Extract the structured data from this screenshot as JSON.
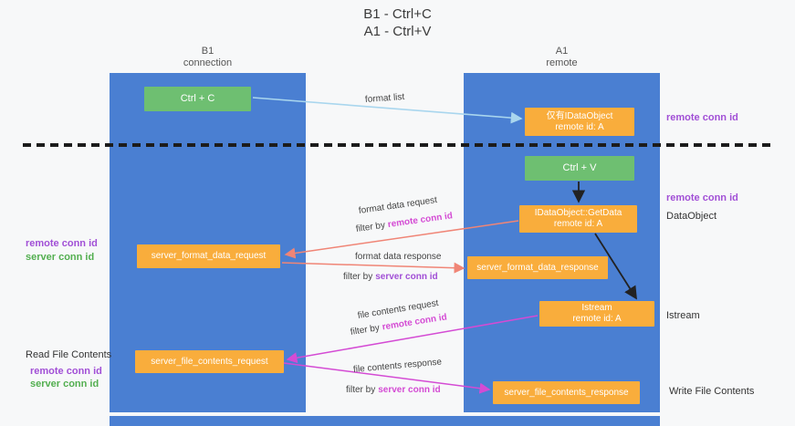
{
  "title": {
    "line1": "B1 - Ctrl+C",
    "line2": "A1 - Ctrl+V"
  },
  "lanes": {
    "left": {
      "name": "B1",
      "role": "connection"
    },
    "right": {
      "name": "A1",
      "role": "remote"
    }
  },
  "nodes": {
    "ctrl_c": {
      "label": "Ctrl + C"
    },
    "idataobject": {
      "line1": "仅有IDataObject",
      "line2": "remote id: A"
    },
    "ctrl_v": {
      "label": "Ctrl + V"
    },
    "getdata": {
      "line1": "IDataObject::GetData",
      "line2": "remote id: A"
    },
    "format_request": {
      "label": "server_format_data_request"
    },
    "format_response": {
      "label": "server_format_data_response"
    },
    "istream": {
      "line1": "Istream",
      "line2": "remote id: A"
    },
    "file_request": {
      "label": "server_file_contents_request"
    },
    "file_response": {
      "label": "server_file_contents_response"
    }
  },
  "edge_labels": {
    "format_list": "format list",
    "format_data_request": "format data request",
    "format_data_response": "format data response",
    "file_contents_request": "file contents request",
    "file_contents_response": "file contents response",
    "filter_by": "filter by",
    "remote_conn_id": "remote conn id",
    "server_conn_id": "server conn id"
  },
  "side_labels": {
    "remote_conn_id_top": "remote conn id",
    "remote_conn_id_mid": "remote conn id",
    "dataobject": "DataObject",
    "istream": "Istream",
    "write_file_contents": "Write File Contents",
    "read_file_contents": "Read File Contents",
    "remote_conn_id_left1": "remote conn id",
    "server_conn_id_left1": "server conn id",
    "remote_conn_id_left2": "remote conn id",
    "server_conn_id_left2": "server conn id"
  },
  "colors": {
    "lane_blue": "#4a7fd2",
    "node_green": "#6ebf71",
    "node_orange": "#f9ad3c",
    "purple_text": "#a14fd6",
    "green_text": "#53af50",
    "magenta_arrow": "#d44bd4",
    "salmon_arrow": "#f08576",
    "light_blue_arrow": "#a9d6ee",
    "black_arrow": "#222222"
  }
}
